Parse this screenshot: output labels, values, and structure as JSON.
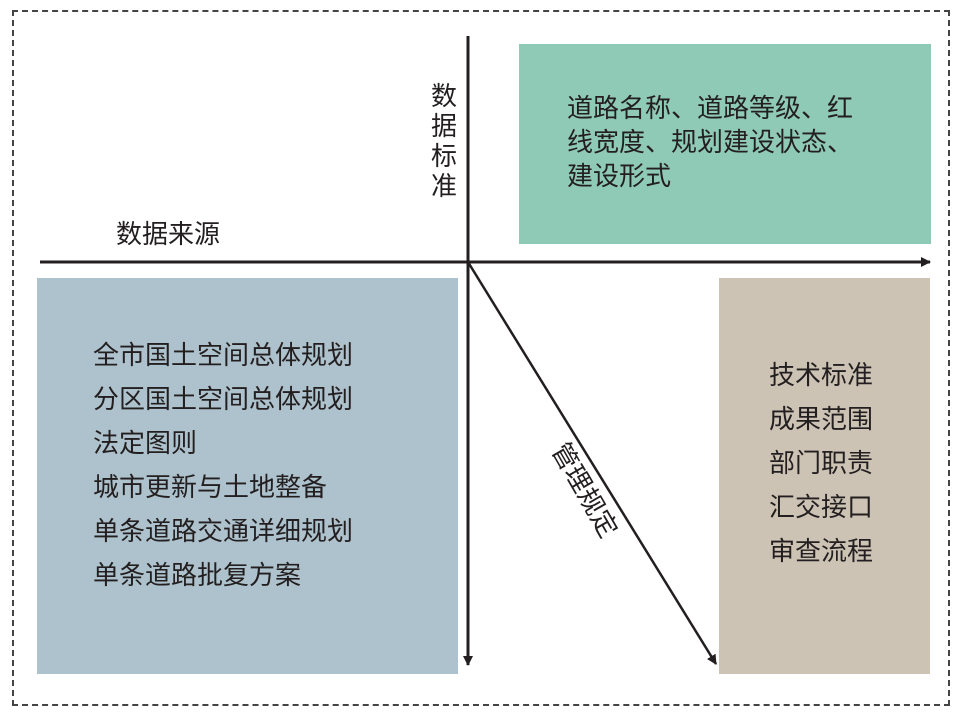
{
  "labels": {
    "x_axis": "数据来源",
    "y_axis": "数据标准",
    "diagonal": "管理规定"
  },
  "boxes": {
    "data_standard": {
      "lines": [
        "道路名称、道路等级、红",
        "线宽度、规划建设状态、",
        "建设形式"
      ],
      "color": "#8fcab7"
    },
    "data_source": {
      "lines": [
        "全市国土空间总体规划",
        "分区国土空间总体规划",
        "法定图则",
        "城市更新与土地整备",
        "单条道路交通详细规划",
        "单条道路批复方案"
      ],
      "color": "#adc2cc"
    },
    "management": {
      "lines": [
        "技术标准",
        "成果范围",
        "部门职责",
        "汇交接口",
        "审查流程"
      ],
      "color": "#ccc3b4"
    }
  }
}
